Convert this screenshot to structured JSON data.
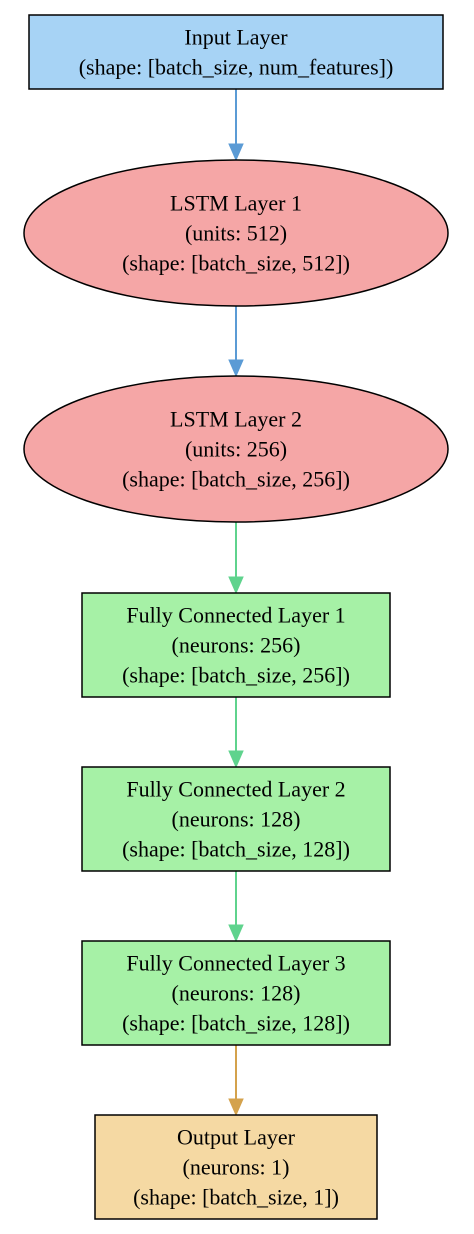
{
  "diagram": {
    "nodes": [
      {
        "id": "input",
        "shape": "rect",
        "fill": "#a7d3f5",
        "lines": [
          "Input Layer",
          "(shape: [batch_size, num_features])"
        ]
      },
      {
        "id": "lstm1",
        "shape": "ellipse",
        "fill": "#f5a6a6",
        "lines": [
          "LSTM Layer 1",
          "(units: 512)",
          "(shape: [batch_size, 512])"
        ]
      },
      {
        "id": "lstm2",
        "shape": "ellipse",
        "fill": "#f5a6a6",
        "lines": [
          "LSTM Layer 2",
          "(units: 256)",
          "(shape: [batch_size, 256])"
        ]
      },
      {
        "id": "fc1",
        "shape": "rect",
        "fill": "#a6f1a6",
        "lines": [
          "Fully Connected Layer 1",
          "(neurons: 256)",
          "(shape: [batch_size, 256])"
        ]
      },
      {
        "id": "fc2",
        "shape": "rect",
        "fill": "#a6f1a6",
        "lines": [
          "Fully Connected Layer 2",
          "(neurons: 128)",
          "(shape: [batch_size, 128])"
        ]
      },
      {
        "id": "fc3",
        "shape": "rect",
        "fill": "#a6f1a6",
        "lines": [
          "Fully Connected Layer 3",
          "(neurons: 128)",
          "(shape: [batch_size, 128])"
        ]
      },
      {
        "id": "output",
        "shape": "rect",
        "fill": "#f5d9a3",
        "lines": [
          "Output Layer",
          "(neurons: 1)",
          "(shape: [batch_size, 1])"
        ]
      }
    ],
    "edges": [
      {
        "from": "input",
        "to": "lstm1",
        "color": "#5b9bd5"
      },
      {
        "from": "lstm1",
        "to": "lstm2",
        "color": "#5b9bd5"
      },
      {
        "from": "lstm2",
        "to": "fc1",
        "color": "#5fd38d"
      },
      {
        "from": "fc1",
        "to": "fc2",
        "color": "#5fd38d"
      },
      {
        "from": "fc2",
        "to": "fc3",
        "color": "#5fd38d"
      },
      {
        "from": "fc3",
        "to": "output",
        "color": "#d4a24c"
      }
    ]
  }
}
